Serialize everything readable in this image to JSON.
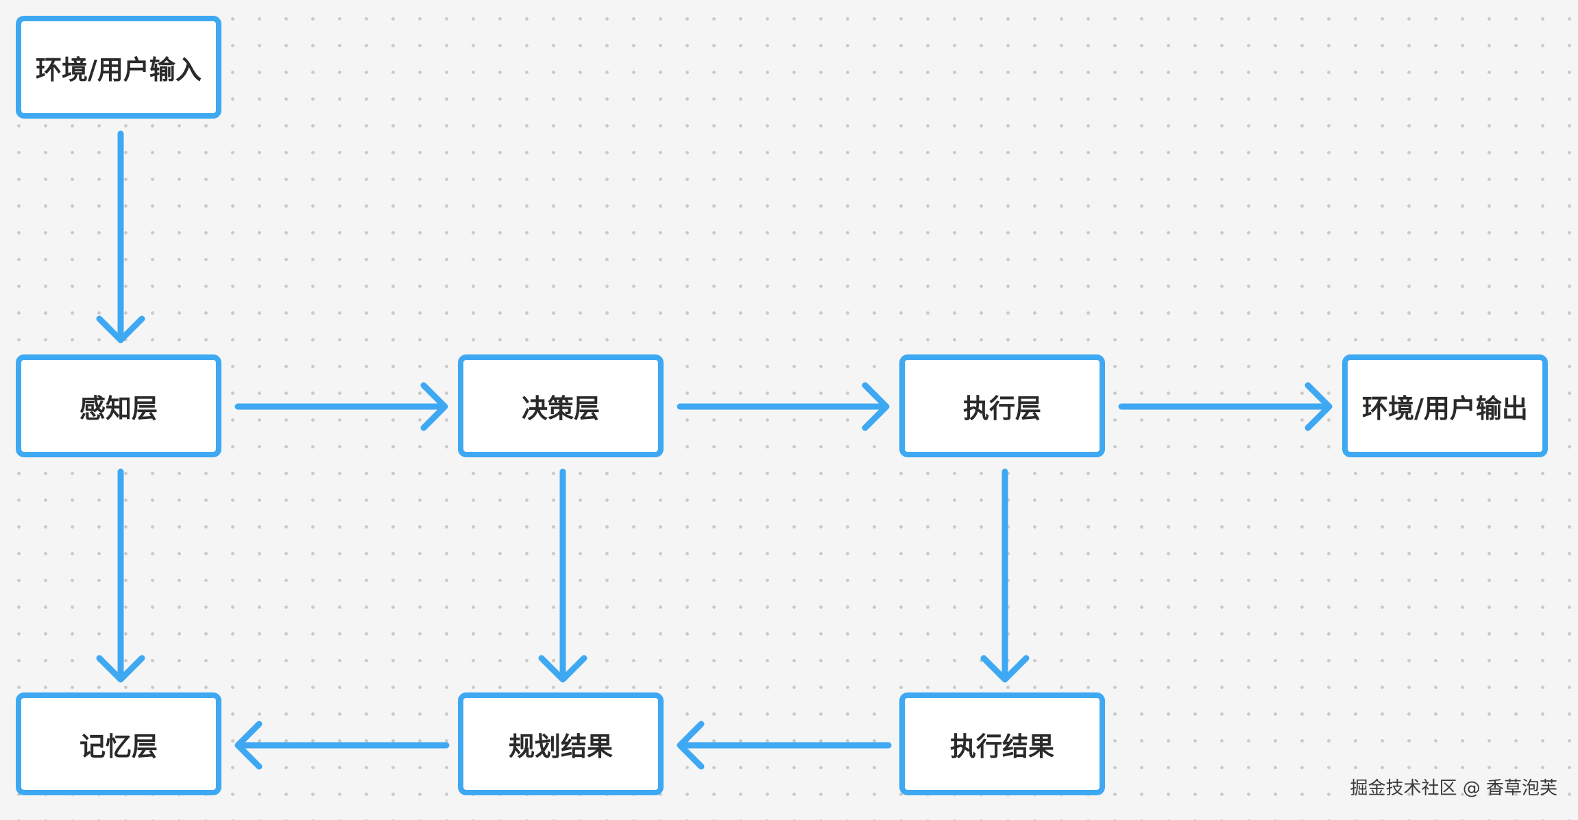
{
  "colors": {
    "accent": "#3ea8f2",
    "background": "#f5f5f5",
    "node_fill": "#ffffff",
    "text": "#2a2a2a"
  },
  "nodes": {
    "env_input": "环境/用户输入",
    "perception": "感知层",
    "decision": "决策层",
    "execution": "执行层",
    "env_output": "环境/用户输出",
    "memory": "记忆层",
    "planning_result": "规划结果",
    "execution_result": "执行结果"
  },
  "edges": [
    {
      "from": "环境/用户输入",
      "to": "感知层"
    },
    {
      "from": "感知层",
      "to": "决策层"
    },
    {
      "from": "决策层",
      "to": "执行层"
    },
    {
      "from": "执行层",
      "to": "环境/用户输出"
    },
    {
      "from": "感知层",
      "to": "记忆层"
    },
    {
      "from": "决策层",
      "to": "规划结果"
    },
    {
      "from": "执行层",
      "to": "执行结果"
    },
    {
      "from": "执行结果",
      "to": "规划结果"
    },
    {
      "from": "规划结果",
      "to": "记忆层"
    }
  ],
  "watermark": "掘金技术社区 @ 香草泡芙"
}
